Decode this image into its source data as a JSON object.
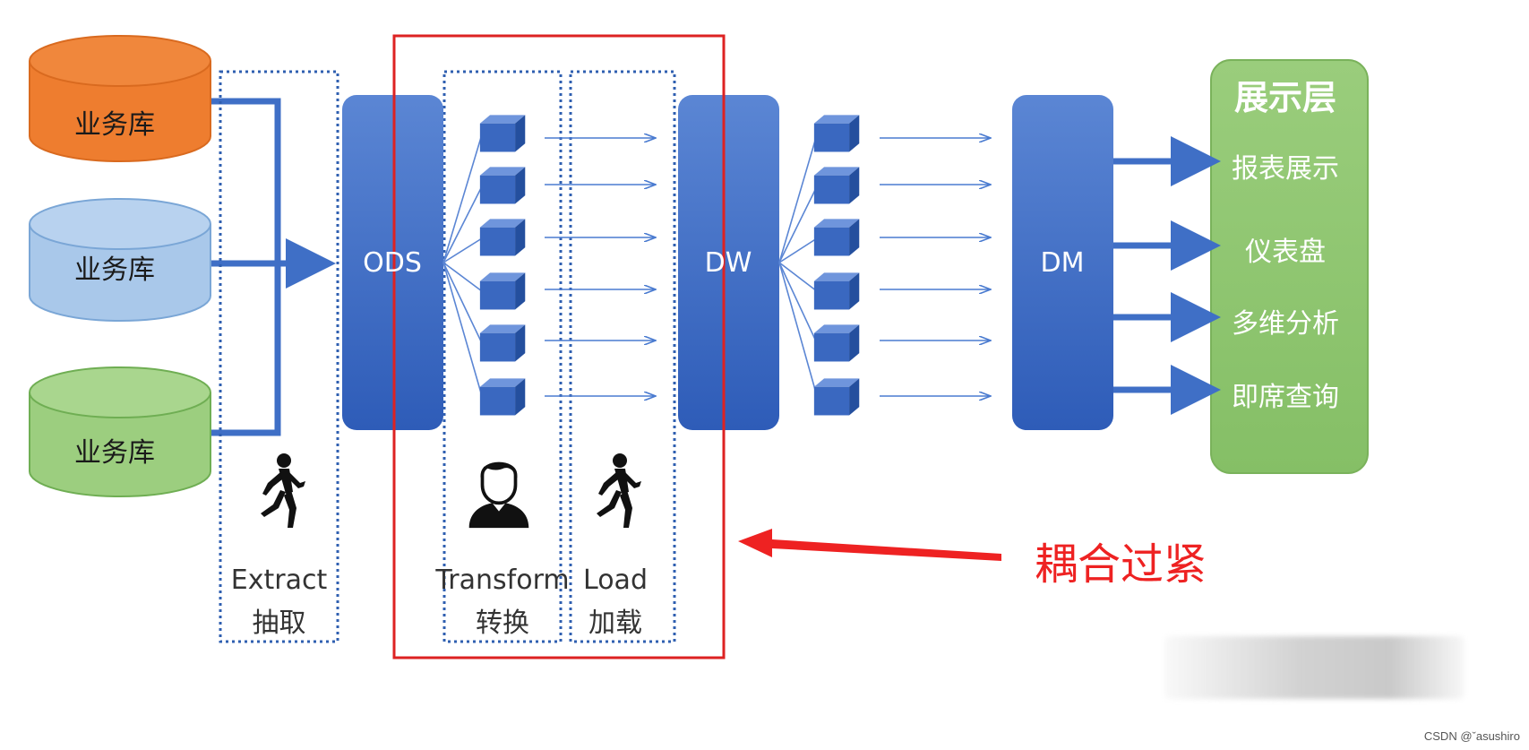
{
  "sources": [
    {
      "label": "业务库",
      "color": "#ee7d2f"
    },
    {
      "label": "业务库",
      "color": "#a9c8ea"
    },
    {
      "label": "业务库",
      "color": "#9cce7f"
    }
  ],
  "layers": {
    "ods": "ODS",
    "dw": "DW",
    "dm": "DM"
  },
  "stages": {
    "extract": {
      "name": "Extract",
      "cn": "抽取"
    },
    "transform": {
      "name": "Transform",
      "cn": "转换"
    },
    "load": {
      "name": "Load",
      "cn": "加载"
    }
  },
  "presentation": {
    "title": "展示层",
    "items": [
      "报表展示",
      "仪表盘",
      "多维分析",
      "即席查询"
    ]
  },
  "annotation": {
    "text": "耦合过紧",
    "color": "#ee2222"
  },
  "watermark": "CSDN @ˇasushiro",
  "colors": {
    "layer_blue": "#3f6fc6",
    "presentation_green": "#8fc471",
    "highlight_red": "#dd2222",
    "dotted_blue": "#2f5fb0"
  },
  "icons": [
    "runner-icon",
    "person-icon",
    "cube-icon"
  ]
}
